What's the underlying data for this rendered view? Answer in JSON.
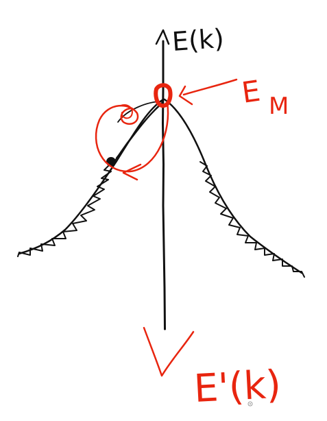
{
  "diagram": {
    "axis_label_top": "E(k)",
    "marker_label": "E",
    "marker_label_subscript": "M",
    "axis_label_bottom": "E'(k)",
    "colors": {
      "ink": "#111111",
      "highlight": "#e8250f",
      "background": "#ffffff"
    }
  }
}
